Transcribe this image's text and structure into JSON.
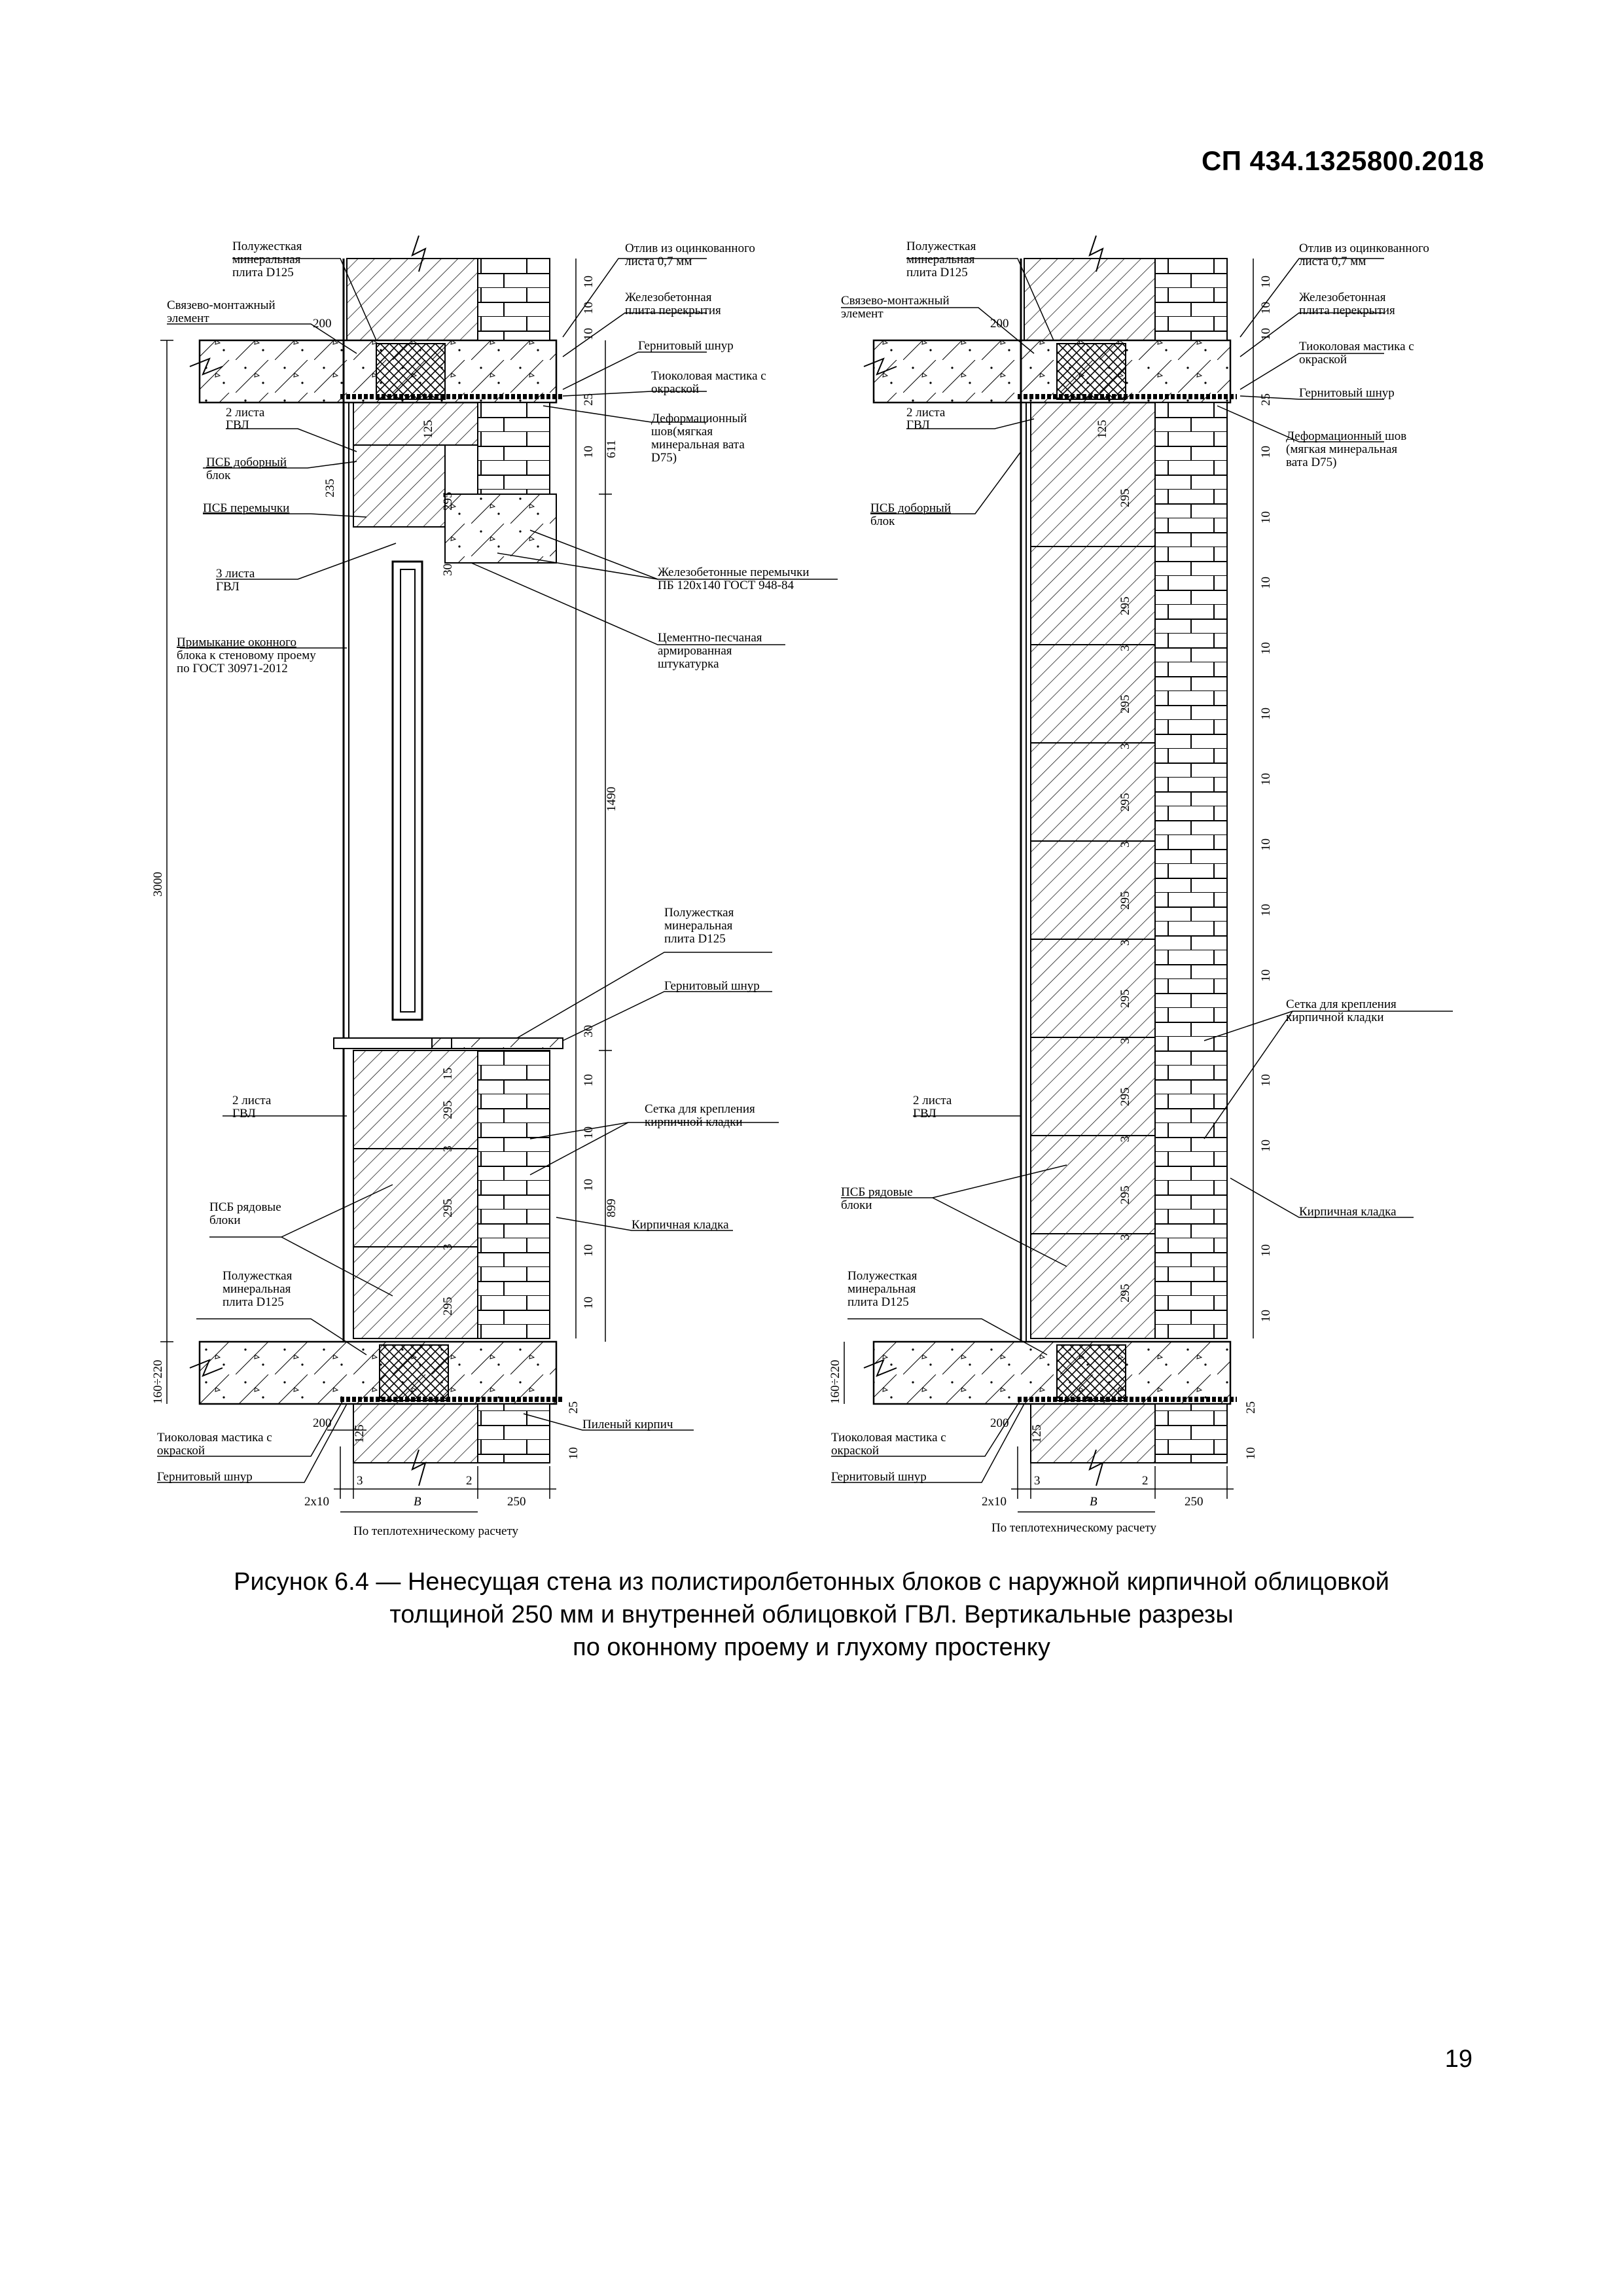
{
  "header": {
    "doc_code": "СП 434.1325800.2018"
  },
  "figure": {
    "caption_lines": [
      "Рисунок 6.4 — Ненесущая стена из полистиролбетонных блоков с наружной кирпичной облицовкой",
      "толщиной 250 мм и внутренней облицовкой ГВЛ. Вертикальные разрезы",
      "по оконному проему и глухому простенку"
    ]
  },
  "left_section": {
    "labels": {
      "mineral_plate_top": [
        "Полужесткая",
        "минеральная",
        "плита D125"
      ],
      "bond_element": [
        "Связево-монтажный",
        "элемент"
      ],
      "gvl2_top": [
        "2 листа",
        "ГВЛ"
      ],
      "psb_extra": [
        "ПСБ доборный",
        "блок"
      ],
      "psb_lintel": "ПСБ перемычки",
      "gvl3": [
        "3 листа",
        "ГВЛ"
      ],
      "window_joint": [
        "Примыкание оконного",
        "блока к стеновому проему",
        "по ГОСТ 30971-2012"
      ],
      "flashing": [
        "Отлив из оцинкованного",
        "листа 0,7 мм"
      ],
      "rc_slab": [
        "Железобетонная",
        "плита перекрытия"
      ],
      "hernit_cord_top": "Гернитовый шнур",
      "thiokol_top": [
        "Тиоколовая мастика с",
        "окраской"
      ],
      "deformation_joint": [
        "Деформационный",
        "шов(мягкая",
        "минеральная вата",
        "D75)"
      ],
      "rc_lintels": [
        "Железобетонные перемычки",
        "ПБ 120x140 ГОСТ 948-84"
      ],
      "plaster": [
        "Цементно-песчаная",
        "армированная",
        "штукатурка"
      ],
      "mineral_plate_sill": [
        "Полужесткая",
        "минеральная",
        "плита D125"
      ],
      "hernit_cord_sill": "Гернитовый шнур",
      "gvl2_bottom": [
        "2 листа",
        "ГВЛ"
      ],
      "mesh": [
        "Сетка для крепления",
        "кирпичной кладки"
      ],
      "psb_row": [
        "ПСБ рядовые",
        "блоки"
      ],
      "brickwork": "Кирпичная кладка",
      "mineral_plate_bottom": [
        "Полужесткая",
        "минеральная",
        "плита D125"
      ],
      "thiokol_bottom": [
        "Тиоколовая мастика с",
        "окраской"
      ],
      "hernit_cord_bottom": "Гернитовый шнур",
      "sawn_brick": "Пиленый кирпич",
      "thermal_calc": "По теплотехническому расчету"
    },
    "dims": {
      "d200_top": "200",
      "d3000": "3000",
      "d160_220": "160÷220",
      "d611": "611",
      "d1490": "1490",
      "d899": "899",
      "d125": "125",
      "d235": "235",
      "d295": "295",
      "d30": "30",
      "d3": "3",
      "d10": "10",
      "d25": "25",
      "d15": "15",
      "d200_bottom": "200",
      "d2x10": "2x10",
      "dB": "B",
      "d2": "2",
      "d250": "250"
    }
  },
  "right_section": {
    "labels": {
      "mineral_plate_top": [
        "Полужесткая",
        "минеральная",
        "плита D125"
      ],
      "bond_element": [
        "Связево-монтажный",
        "элемент"
      ],
      "gvl2_top": [
        "2 листа",
        "ГВЛ"
      ],
      "psb_extra": [
        "ПСБ доборный",
        "блок"
      ],
      "flashing": [
        "Отлив из оцинкованного",
        "листа 0,7 мм"
      ],
      "rc_slab": [
        "Железобетонная",
        "плита перекрытия"
      ],
      "thiokol_top": [
        "Тиоколовая мастика с",
        "окраской"
      ],
      "hernit_cord_top": "Гернитовый шнур",
      "deformation_joint": [
        "Деформационный шов",
        "(мягкая минеральная",
        "вата D75)"
      ],
      "mesh": [
        "Сетка для крепления",
        "кирпичной кладки"
      ],
      "gvl2_bottom": [
        "2 листа",
        "ГВЛ"
      ],
      "psb_row": [
        "ПСБ рядовые",
        "блоки"
      ],
      "brickwork": "Кирпичная кладка",
      "mineral_plate_bottom": [
        "Полужесткая",
        "минеральная",
        "плита D125"
      ],
      "thiokol_bottom": [
        "Тиоколовая мастика с",
        "окраской"
      ],
      "hernit_cord_bottom": "Гернитовый шнур",
      "thermal_calc": "По теплотехническому расчету"
    },
    "dims": {
      "d200_top": "200",
      "d160_220": "160÷220",
      "d125": "125",
      "d295": "295",
      "d3": "3",
      "d10": "10",
      "d25": "25",
      "d200_bottom": "200",
      "d2x10": "2x10",
      "dB": "B",
      "d2": "2",
      "d250": "250"
    }
  },
  "page": {
    "number": "19"
  }
}
